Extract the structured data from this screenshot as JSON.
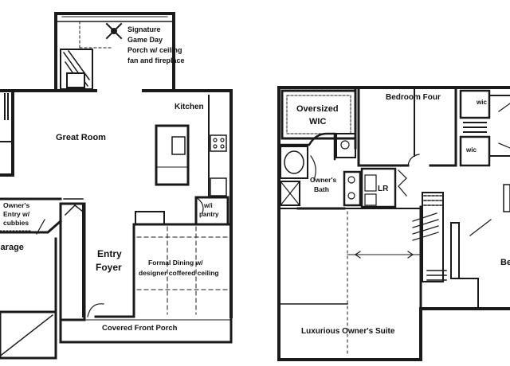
{
  "rooms": {
    "porch": [
      "Signature",
      "Game Day",
      "Porch w/ ceiling",
      "fan and fireplace"
    ],
    "kitchen": "Kitchen",
    "great_room": "Great Room",
    "owners_entry": [
      "Owner's",
      "Entry w/",
      "cubbies"
    ],
    "garage": "Garage",
    "pantry": [
      "w/i",
      "pantry"
    ],
    "entry_foyer": [
      "Entry",
      "Foyer"
    ],
    "formal_dining": [
      "Formal Dining w/",
      "designer coffered ceiling"
    ],
    "front_porch": "Covered Front Porch",
    "oversized_wic": [
      "Oversized",
      "WIC"
    ],
    "bedroom_four": "Bedroom Four",
    "wic_upper": "wic",
    "wic_lower": "wic",
    "owners_bath": [
      "Owner's",
      "Bath"
    ],
    "lr": "LR",
    "bedroom_partial": "Be",
    "owners_suite": "Luxurious Owner's Suite"
  }
}
